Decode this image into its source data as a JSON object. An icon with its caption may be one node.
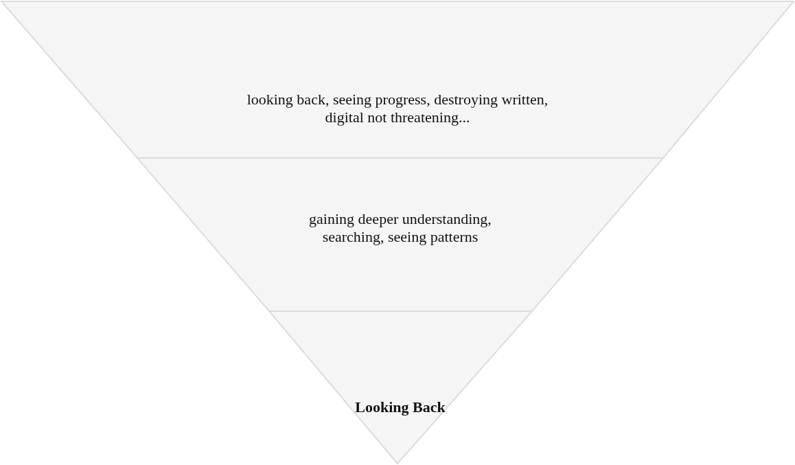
{
  "diagram": {
    "nodes": [
      {
        "text": [
          "looking back, seeing progress, destroying written, digital not threatening..."
        ]
      },
      {
        "text": [
          "gaining deeper understanding, searching, seeing patterns"
        ]
      },
      {
        "text": [
          "Looking Back"
        ]
      }
    ]
  }
}
